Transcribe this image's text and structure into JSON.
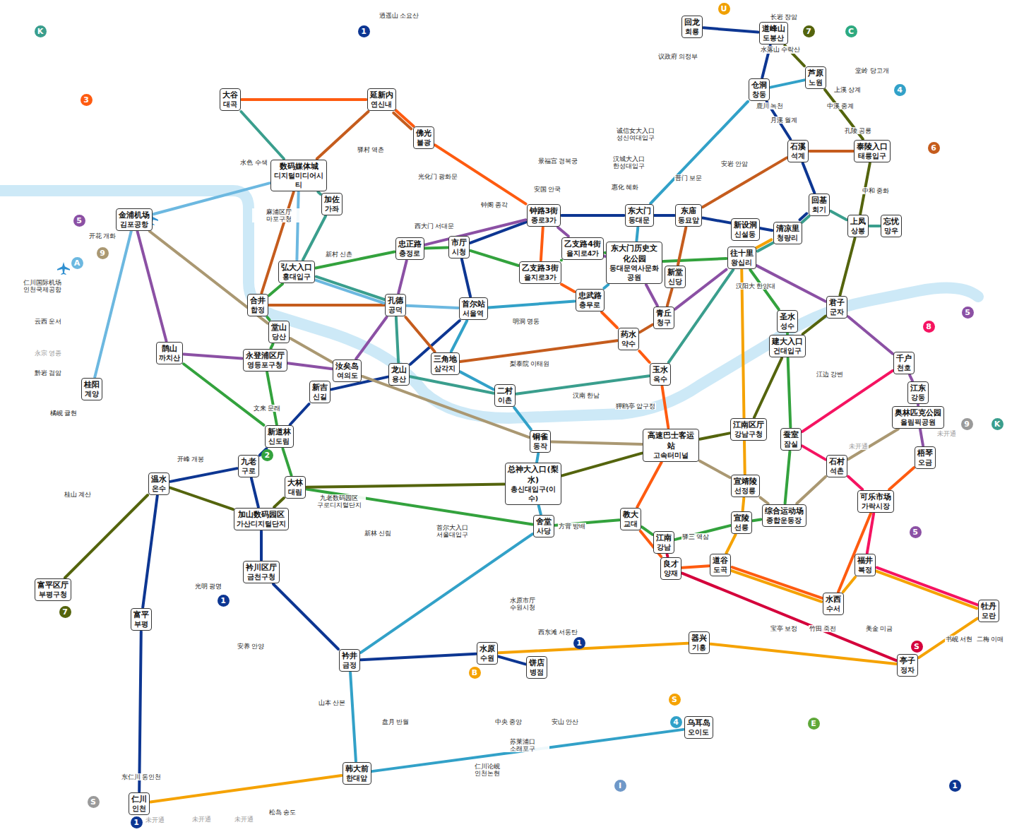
{
  "diagram": {
    "nodes": [
      {
        "text": [
          "大谷",
          "대곡"
        ]
      },
      {
        "text": [
          "延新内",
          "연신내"
        ]
      },
      {
        "text": [
          "佛光",
          "불광"
        ]
      },
      {
        "text": [
          "数码媒体城",
          "디지털미디어시티"
        ]
      },
      {
        "text": [
          "加佐",
          "가좌"
        ]
      },
      {
        "text": [
          "金浦机场",
          "김포공항"
        ]
      },
      {
        "text": [
          "弘大入口",
          "홍대입구"
        ]
      },
      {
        "text": [
          "合井",
          "합정"
        ]
      },
      {
        "text": [
          "孔德",
          "공덕"
        ]
      },
      {
        "text": [
          "忠正路",
          "충정로"
        ]
      },
      {
        "text": [
          "市厅",
          "시청"
        ]
      },
      {
        "text": [
          "首尔站",
          "서울역"
        ]
      },
      {
        "text": [
          "钟路3街",
          "종로3가"
        ]
      },
      {
        "text": [
          "乙支路3街",
          "을지로3가"
        ]
      },
      {
        "text": [
          "乙支路4街",
          "을지로4가"
        ]
      },
      {
        "text": [
          "东大门",
          "동대문"
        ]
      },
      {
        "text": [
          "东大门历史文化公园",
          "동대문역사문화공원"
        ]
      },
      {
        "text": [
          "忠武路",
          "충무로"
        ]
      },
      {
        "text": [
          "东庙",
          "동묘앞"
        ]
      },
      {
        "text": [
          "新堂",
          "신당"
        ]
      },
      {
        "text": [
          "新设洞",
          "신설동"
        ]
      },
      {
        "text": [
          "往十里",
          "왕십리"
        ]
      },
      {
        "text": [
          "清凉里",
          "청량리"
        ]
      },
      {
        "text": [
          "回基",
          "회기"
        ]
      },
      {
        "text": [
          "石溪",
          "석계"
        ]
      },
      {
        "text": [
          "泰陵入口",
          "태릉입구"
        ]
      },
      {
        "text": [
          "仓洞",
          "창동"
        ]
      },
      {
        "text": [
          "芦原",
          "노원"
        ]
      },
      {
        "text": [
          "道峰山",
          "도봉산"
        ]
      },
      {
        "text": [
          "上凤",
          "상봉"
        ]
      },
      {
        "text": [
          "忘忧",
          "망우"
        ]
      },
      {
        "text": [
          "君子",
          "군자"
        ]
      },
      {
        "text": [
          "建大入口",
          "건대입구"
        ]
      },
      {
        "text": [
          "千户",
          "천호"
        ]
      },
      {
        "text": [
          "江东",
          "강동"
        ]
      },
      {
        "text": [
          "奥林匹克公园",
          "올림픽공원"
        ]
      },
      {
        "text": [
          "蚕室",
          "잠실"
        ]
      },
      {
        "text": [
          "石村",
          "석촌"
        ]
      },
      {
        "text": [
          "可乐市场",
          "가락시장"
        ]
      },
      {
        "text": [
          "梧琴",
          "오금"
        ]
      },
      {
        "text": [
          "综合运动场",
          "종합운동장"
        ]
      },
      {
        "text": [
          "宣陵",
          "선릉"
        ]
      },
      {
        "text": [
          "宣靖陵",
          "선정릉"
        ]
      },
      {
        "text": [
          "江南区厅",
          "강남구청"
        ]
      },
      {
        "text": [
          "高速巴士客运站",
          "고속터미널"
        ]
      },
      {
        "text": [
          "教大",
          "교대"
        ]
      },
      {
        "text": [
          "江南",
          "강남"
        ]
      },
      {
        "text": [
          "良才",
          "양재"
        ]
      },
      {
        "text": [
          "道谷",
          "도곡"
        ]
      },
      {
        "text": [
          "水西",
          "수서"
        ]
      },
      {
        "text": [
          "福井",
          "복정"
        ]
      },
      {
        "text": [
          "牡丹",
          "모란"
        ]
      },
      {
        "text": [
          "亭子",
          "정자"
        ]
      },
      {
        "text": [
          "器兴",
          "기흥"
        ]
      },
      {
        "text": [
          "总神大入口(梨水)",
          "총신대입구(이수)"
        ]
      },
      {
        "text": [
          "舍堂",
          "사당"
        ]
      },
      {
        "text": [
          "铜雀",
          "동작"
        ]
      },
      {
        "text": [
          "二村",
          "이촌"
        ]
      },
      {
        "text": [
          "三角地",
          "삼각지"
        ]
      },
      {
        "text": [
          "龙山",
          "용산"
        ]
      },
      {
        "text": [
          "汝矣岛",
          "여의도"
        ]
      },
      {
        "text": [
          "新吉",
          "신길"
        ]
      },
      {
        "text": [
          "永登浦区厅",
          "영등포구청"
        ]
      },
      {
        "text": [
          "堂山",
          "당산"
        ]
      },
      {
        "text": [
          "新道林",
          "신도림"
        ]
      },
      {
        "text": [
          "九老",
          "구로"
        ]
      },
      {
        "text": [
          "大林",
          "대림"
        ]
      },
      {
        "text": [
          "加山数码园区",
          "가산디지털단지"
        ]
      },
      {
        "text": [
          "衿川区厅",
          "금천구청"
        ]
      },
      {
        "text": [
          "温水",
          "온수"
        ]
      },
      {
        "text": [
          "富平区厅",
          "부평구청"
        ]
      },
      {
        "text": [
          "富平",
          "부평"
        ]
      },
      {
        "text": [
          "仁川",
          "인천"
        ]
      },
      {
        "text": [
          "桂阳",
          "계양"
        ]
      },
      {
        "text": [
          "鹊山",
          "까치산"
        ]
      },
      {
        "text": [
          "衿井",
          "금정"
        ]
      },
      {
        "text": [
          "水原",
          "수원"
        ]
      },
      {
        "text": [
          "饼店",
          "병점"
        ]
      },
      {
        "text": [
          "乌耳岛",
          "오이도"
        ]
      },
      {
        "text": [
          "韩大前",
          "한대앞"
        ]
      },
      {
        "text": [
          "玉水",
          "옥수"
        ]
      },
      {
        "text": [
          "药水",
          "약수"
        ]
      },
      {
        "text": [
          "青丘",
          "청구"
        ]
      },
      {
        "text": [
          "圣水",
          "성수"
        ]
      },
      {
        "text": [
          "回龙",
          "회룡"
        ]
      }
    ],
    "edges": [
      {
        "from": 84,
        "to": 28,
        "arrow": "none"
      },
      {
        "from": 28,
        "to": 26,
        "arrow": "none"
      },
      {
        "from": 26,
        "to": 24,
        "arrow": "none"
      },
      {
        "from": 24,
        "to": 23,
        "arrow": "none"
      },
      {
        "from": 23,
        "to": 22,
        "arrow": "none"
      },
      {
        "from": 22,
        "to": 18,
        "arrow": "none"
      },
      {
        "from": 18,
        "to": 15,
        "arrow": "none"
      },
      {
        "from": 15,
        "to": 12,
        "arrow": "none"
      },
      {
        "from": 12,
        "to": 10,
        "arrow": "none"
      },
      {
        "from": 10,
        "to": 11,
        "arrow": "none"
      },
      {
        "from": 11,
        "to": 59,
        "arrow": "none"
      },
      {
        "from": 59,
        "to": 61,
        "arrow": "none"
      },
      {
        "from": 61,
        "to": 64,
        "arrow": "none"
      },
      {
        "from": 64,
        "to": 65,
        "arrow": "none"
      },
      {
        "from": 65,
        "to": 67,
        "arrow": "none"
      },
      {
        "from": 67,
        "to": 68,
        "arrow": "none"
      },
      {
        "from": 68,
        "to": 75,
        "arrow": "none"
      },
      {
        "from": 75,
        "to": 76,
        "arrow": "none"
      },
      {
        "from": 76,
        "to": 77,
        "arrow": "none"
      },
      {
        "from": 65,
        "to": 69,
        "arrow": "none"
      },
      {
        "from": 69,
        "to": 71,
        "arrow": "none"
      },
      {
        "from": 71,
        "to": 72,
        "arrow": "none"
      },
      {
        "from": 7,
        "to": 63,
        "arrow": "none"
      },
      {
        "from": 63,
        "to": 62,
        "arrow": "none"
      },
      {
        "from": 62,
        "to": 64,
        "arrow": "none"
      },
      {
        "from": 64,
        "to": 66,
        "arrow": "none"
      },
      {
        "from": 66,
        "to": 55,
        "arrow": "none"
      },
      {
        "from": 55,
        "to": 45,
        "arrow": "none"
      },
      {
        "from": 45,
        "to": 46,
        "arrow": "none"
      },
      {
        "from": 46,
        "to": 41,
        "arrow": "none"
      },
      {
        "from": 41,
        "to": 40,
        "arrow": "none"
      },
      {
        "from": 40,
        "to": 36,
        "arrow": "none"
      },
      {
        "from": 36,
        "to": 32,
        "arrow": "none"
      },
      {
        "from": 32,
        "to": 83,
        "arrow": "none"
      },
      {
        "from": 83,
        "to": 21,
        "arrow": "none"
      },
      {
        "from": 21,
        "to": 16,
        "arrow": "none"
      },
      {
        "from": 16,
        "to": 14,
        "arrow": "none"
      },
      {
        "from": 14,
        "to": 13,
        "arrow": "none"
      },
      {
        "from": 13,
        "to": 10,
        "arrow": "none"
      },
      {
        "from": 10,
        "to": 9,
        "arrow": "none"
      },
      {
        "from": 9,
        "to": 6,
        "arrow": "none"
      },
      {
        "from": 6,
        "to": 7,
        "arrow": "none"
      },
      {
        "from": 64,
        "to": 74,
        "arrow": "none"
      },
      {
        "from": 0,
        "to": 1,
        "arrow": "none"
      },
      {
        "from": 1,
        "to": 2,
        "arrow": "none"
      },
      {
        "from": 2,
        "to": 12,
        "arrow": "none"
      },
      {
        "from": 12,
        "to": 13,
        "arrow": "none"
      },
      {
        "from": 13,
        "to": 17,
        "arrow": "none"
      },
      {
        "from": 17,
        "to": 81,
        "arrow": "none"
      },
      {
        "from": 81,
        "to": 80,
        "arrow": "none"
      },
      {
        "from": 80,
        "to": 44,
        "arrow": "none"
      },
      {
        "from": 44,
        "to": 45,
        "arrow": "none"
      },
      {
        "from": 45,
        "to": 47,
        "arrow": "none"
      },
      {
        "from": 47,
        "to": 48,
        "arrow": "none"
      },
      {
        "from": 48,
        "to": 49,
        "arrow": "none"
      },
      {
        "from": 49,
        "to": 38,
        "arrow": "none"
      },
      {
        "from": 38,
        "to": 39,
        "arrow": "none"
      },
      {
        "from": 27,
        "to": 26,
        "arrow": "none"
      },
      {
        "from": 26,
        "to": 15,
        "arrow": "none"
      },
      {
        "from": 15,
        "to": 16,
        "arrow": "none"
      },
      {
        "from": 16,
        "to": 17,
        "arrow": "none"
      },
      {
        "from": 17,
        "to": 11,
        "arrow": "none"
      },
      {
        "from": 11,
        "to": 58,
        "arrow": "none"
      },
      {
        "from": 58,
        "to": 57,
        "arrow": "none"
      },
      {
        "from": 57,
        "to": 56,
        "arrow": "none"
      },
      {
        "from": 56,
        "to": 54,
        "arrow": "none"
      },
      {
        "from": 54,
        "to": 55,
        "arrow": "none"
      },
      {
        "from": 55,
        "to": 75,
        "arrow": "none"
      },
      {
        "from": 75,
        "to": 79,
        "arrow": "none"
      },
      {
        "from": 79,
        "to": 78,
        "arrow": "none"
      },
      {
        "from": 5,
        "to": 74,
        "arrow": "none"
      },
      {
        "from": 74,
        "to": 62,
        "arrow": "none"
      },
      {
        "from": 62,
        "to": 60,
        "arrow": "none"
      },
      {
        "from": 60,
        "to": 8,
        "arrow": "none"
      },
      {
        "from": 8,
        "to": 9,
        "arrow": "none"
      },
      {
        "from": 9,
        "to": 12,
        "arrow": "none"
      },
      {
        "from": 12,
        "to": 14,
        "arrow": "none"
      },
      {
        "from": 14,
        "to": 16,
        "arrow": "none"
      },
      {
        "from": 16,
        "to": 82,
        "arrow": "none"
      },
      {
        "from": 82,
        "to": 21,
        "arrow": "none"
      },
      {
        "from": 21,
        "to": 31,
        "arrow": "none"
      },
      {
        "from": 31,
        "to": 33,
        "arrow": "none"
      },
      {
        "from": 33,
        "to": 34,
        "arrow": "none"
      },
      {
        "from": 34,
        "to": 35,
        "arrow": "none"
      },
      {
        "from": 35,
        "to": 39,
        "arrow": "none"
      },
      {
        "from": 2,
        "to": 1,
        "arrow": "none"
      },
      {
        "from": 1,
        "to": 3,
        "arrow": "none"
      },
      {
        "from": 3,
        "to": 7,
        "arrow": "none"
      },
      {
        "from": 7,
        "to": 8,
        "arrow": "none"
      },
      {
        "from": 8,
        "to": 58,
        "arrow": "none"
      },
      {
        "from": 58,
        "to": 81,
        "arrow": "none"
      },
      {
        "from": 81,
        "to": 82,
        "arrow": "none"
      },
      {
        "from": 82,
        "to": 19,
        "arrow": "none"
      },
      {
        "from": 19,
        "to": 18,
        "arrow": "none"
      },
      {
        "from": 18,
        "to": 24,
        "arrow": "none"
      },
      {
        "from": 24,
        "to": 25,
        "arrow": "none"
      },
      {
        "from": 28,
        "to": 27,
        "arrow": "none"
      },
      {
        "from": 27,
        "to": 25,
        "arrow": "none"
      },
      {
        "from": 25,
        "to": 29,
        "arrow": "none"
      },
      {
        "from": 29,
        "to": 31,
        "arrow": "none"
      },
      {
        "from": 31,
        "to": 32,
        "arrow": "none"
      },
      {
        "from": 32,
        "to": 43,
        "arrow": "none"
      },
      {
        "from": 43,
        "to": 44,
        "arrow": "none"
      },
      {
        "from": 44,
        "to": 54,
        "arrow": "none"
      },
      {
        "from": 54,
        "to": 66,
        "arrow": "none"
      },
      {
        "from": 66,
        "to": 67,
        "arrow": "none"
      },
      {
        "from": 67,
        "to": 69,
        "arrow": "none"
      },
      {
        "from": 69,
        "to": 70,
        "arrow": "none"
      },
      {
        "from": 33,
        "to": 36,
        "arrow": "none"
      },
      {
        "from": 36,
        "to": 37,
        "arrow": "none"
      },
      {
        "from": 37,
        "to": 38,
        "arrow": "none"
      },
      {
        "from": 38,
        "to": 50,
        "arrow": "none"
      },
      {
        "from": 50,
        "to": 51,
        "arrow": "none"
      },
      {
        "from": 5,
        "to": 63,
        "arrow": "none"
      },
      {
        "from": 63,
        "to": 60,
        "arrow": "none"
      },
      {
        "from": 60,
        "to": 56,
        "arrow": "none"
      },
      {
        "from": 56,
        "to": 44,
        "arrow": "none"
      },
      {
        "from": 44,
        "to": 42,
        "arrow": "none"
      },
      {
        "from": 42,
        "to": 40,
        "arrow": "none"
      },
      {
        "from": 40,
        "to": 37,
        "arrow": "none"
      },
      {
        "from": 37,
        "to": 35,
        "arrow": "none"
      },
      {
        "from": 22,
        "to": 21,
        "arrow": "none"
      },
      {
        "from": 21,
        "to": 42,
        "arrow": "none"
      },
      {
        "from": 42,
        "to": 41,
        "arrow": "none"
      },
      {
        "from": 41,
        "to": 48,
        "arrow": "none"
      },
      {
        "from": 48,
        "to": 49,
        "arrow": "none"
      },
      {
        "from": 49,
        "to": 50,
        "arrow": "none"
      },
      {
        "from": 50,
        "to": 51,
        "arrow": "none"
      },
      {
        "from": 51,
        "to": 52,
        "arrow": "none"
      },
      {
        "from": 52,
        "to": 53,
        "arrow": "none"
      },
      {
        "from": 53,
        "to": 76,
        "arrow": "none"
      },
      {
        "from": 72,
        "to": 79,
        "arrow": "none"
      },
      {
        "from": 46,
        "to": 47,
        "arrow": "none"
      },
      {
        "from": 47,
        "to": 52,
        "arrow": "none"
      },
      {
        "from": 0,
        "to": 3,
        "arrow": "none"
      },
      {
        "from": 3,
        "to": 4,
        "arrow": "none"
      },
      {
        "from": 4,
        "to": 6,
        "arrow": "none"
      },
      {
        "from": 6,
        "to": 8,
        "arrow": "none"
      },
      {
        "from": 8,
        "to": 59,
        "arrow": "none"
      },
      {
        "from": 59,
        "to": 57,
        "arrow": "none"
      },
      {
        "from": 57,
        "to": 80,
        "arrow": "none"
      },
      {
        "from": 80,
        "to": 21,
        "arrow": "none"
      },
      {
        "from": 21,
        "to": 22,
        "arrow": "none"
      },
      {
        "from": 22,
        "to": 23,
        "arrow": "none"
      },
      {
        "from": 23,
        "to": 29,
        "arrow": "none"
      },
      {
        "from": 29,
        "to": 30,
        "arrow": "none"
      },
      {
        "from": 11,
        "to": 8,
        "arrow": "none"
      },
      {
        "from": 8,
        "to": 6,
        "arrow": "none"
      },
      {
        "from": 6,
        "to": 3,
        "arrow": "none"
      },
      {
        "from": 3,
        "to": 5,
        "arrow": "none"
      },
      {
        "from": 5,
        "to": 73,
        "arrow": "none"
      }
    ],
    "labels": [
      "1",
      "U",
      "7",
      "C",
      "K",
      "3",
      "6",
      "4",
      "5",
      "9",
      "A",
      "2",
      "7",
      "1",
      "B",
      "1",
      "S",
      "4",
      "I",
      "S",
      "1",
      "E",
      "S",
      "8",
      "5",
      "9",
      "5",
      "K",
      "1",
      "景福宫 경복궁",
      "安国 안국",
      "光化门 광화문",
      "西大门 서대문",
      "钟阁 종각",
      "明洞 명동",
      "梨泰院 이태원",
      "汉南 한남",
      "狎鸥亭 압구정",
      "惠化 혜화",
      "汉城大入口 한성대입구",
      "诚信女大入口 성신여대입구",
      "新村 신촌",
      "麻浦区厅 마포구청",
      "文来 문래",
      "九老数码园区 구로디지털단지",
      "新林 신림",
      "首尔大入口 서울대입구",
      "方背 방배",
      "驿三 역삼",
      "汉阳大 한양대",
      "江边 강변",
      "中和 중화",
      "上溪 상계",
      "堂岭 당고개",
      "议政府 의정부",
      "水落山 수락산",
      "长岩 장암",
      "鹿川 녹천",
      "月溪 월계",
      "中溪 중계",
      "孔陵 공릉",
      "安岩 안암",
      "普门 보문",
      "驿村 역촌",
      "水色 수색",
      "开花 개화",
      "开峰 개봉",
      "光明 광명",
      "安养 안양",
      "山本 산본",
      "中央 중앙",
      "安山 안산",
      "盘月 반월",
      "水原市厅 수원시청",
      "美金 미금",
      "宝亭 보정",
      "竹田 죽전",
      "二梅 이매",
      "书岘 서현",
      "松岛 송도",
      "苏莱浦口 소래포구",
      "仁川论岘 인천논현",
      "桂山 계산",
      "仁川国际机场 인천국제공항",
      "云西 운서",
      "永宗 영종",
      "黔岩 검암",
      "东仁川 동인천",
      "未开通",
      "未开通",
      "未开通",
      "未开通",
      "未开通",
      "西东滩 서동탄",
      "橘岘 귤현",
      "逍遥山 소요산"
    ]
  }
}
